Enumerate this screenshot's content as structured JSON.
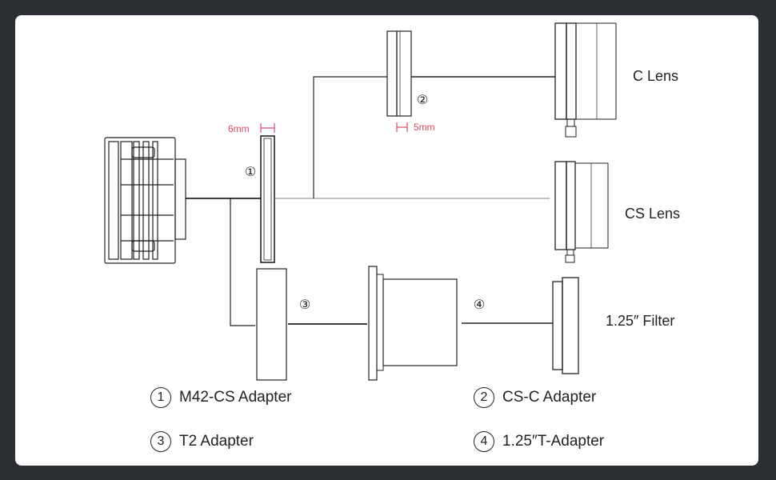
{
  "lens_labels": {
    "c_lens": "C Lens",
    "cs_lens": "CS Lens",
    "filter": "1.25″ Filter"
  },
  "dimensions": {
    "m42_width": "6mm",
    "csc_width": "5mm"
  },
  "part_markers": {
    "m42_cs": "①",
    "cs_c": "②",
    "t2": "③",
    "t_adapter": "④"
  },
  "legend": [
    {
      "number": "1",
      "label": "M42-CS Adapter"
    },
    {
      "number": "2",
      "label": "CS-C Adapter"
    },
    {
      "number": "3",
      "label": "T2 Adapter"
    },
    {
      "number": "4",
      "label": "1.25″T-Adapter"
    }
  ],
  "colors": {
    "background": "#2b2e33",
    "panel": "#ffffff",
    "line": "#222222",
    "dimension": "#d94a66"
  }
}
